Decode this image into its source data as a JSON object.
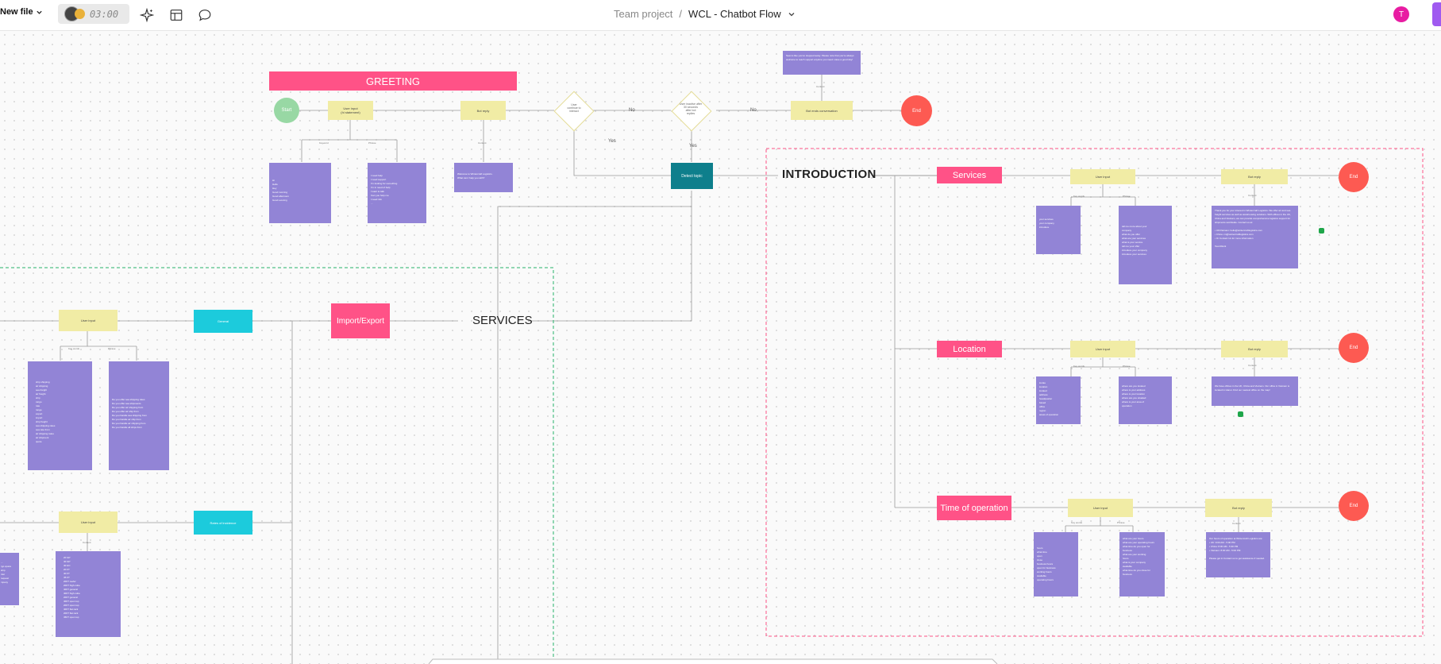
{
  "toolbar": {
    "new_file_label": "New file",
    "timer": "03:00",
    "icons": [
      "sparkle-icon",
      "layout-icon",
      "comment-icon"
    ]
  },
  "breadcrumb": {
    "team": "Team project",
    "separator": "/",
    "doc": "WCL - Chatbot Flow"
  },
  "user": {
    "initial": "T",
    "color": "#e81ca2"
  },
  "colors": {
    "pink": "#ff5287",
    "yellow": "#f1eca5",
    "purple": "#9284d6",
    "teal": "#0e7f8c",
    "cyan": "#1ccbdc",
    "green": "#98d8a4",
    "red": "#fd5a52"
  },
  "greeting": {
    "title": "GREETING",
    "start": "Start",
    "user_input": "User input\n(hi statement)",
    "bot_reply": "Bot reply",
    "decision1": "User\ncontinue to\ninteract",
    "decision2": "User inactive after\n30 seconds\nafter bot\nreplies",
    "bot_ends": "Bot ends conversation",
    "end": "End",
    "keyword": "Keyword",
    "phrase": "Phrase",
    "content": "Content",
    "content2": "Content",
    "no1": "No",
    "no2": "No",
    "yes1": "Yes",
    "yes2": "Yes",
    "keywords_box": "Hi\nHello\nHey\nGood morning\nGood afternoon\nGood evening",
    "phrases_box": "I need help\nI need support\nI'm looking for something\nI'm in need of help\nI want to talk\nCan you help me\nI need info\n...",
    "welcome_box": "Welcome to Wintercraft Logistics.\nWhat can I help you with?",
    "closing_box": "Seems like you've stepped away. Please note that you're always welcome to reach support anytime you need. Have a good day!",
    "detect_topic": "Detect topic"
  },
  "services": {
    "title": "SERVICES",
    "import_export": "Import/Export",
    "general": "General",
    "rates": "Rates of incidence",
    "user_input": "User input",
    "key_words": "Key words",
    "phrase": "Phrase",
    "content": "Content",
    "keywords_box": "ship shipping\nair shipping\nsea freight\nair freight\nship\ncargo\nrate\nrange\nexport\nimport\nship freight\nsea shipping rates\nsea rate from\nair shipping rates\nair shipment\nquote",
    "phrases_box": "Do you offer sea shipping rates\nDo you offer sea shipments\nDo you offer air shipping from\nDo you offer air ship from\nDo you handle sea shipping from\nDo you handle air ship from\nDo you handle air shipping from\nDo you handle all ships from",
    "codes_box": "20 GP\n40 GP\n40 HC\n20 FT\n40 FT\n45 FT\n20FT reefer\n20FT high cube\n40FT general\n40FT high cube\n20FT general\n40FT open top\n20FT open top\n40FT flat rack\n20FT flat rack\n45FT open top",
    "left_partial": "...\nrgo space\nship\nnter\nrequest\nmpany"
  },
  "introduction": {
    "title": "INTRODUCTION",
    "rows": [
      {
        "topic": "Services",
        "user_input": "User input",
        "bot_reply": "Bot reply",
        "kw_label": "Key words",
        "ph_label": "Phrase",
        "content": "Content",
        "end": "End",
        "kw_box": "your services\nyour company\nintroduce",
        "ph_box": "tell me more about your\ncompany\nwhat do you offer\nwhat are your services\nwhat is your service\ntell me your offer\nintroduce your company\nintroduce your services",
        "reply_box": "Thank you for your interest in Wintercraft Logistics. We offer air and sea freight services as well as warehousing solutions. With offices in the UK, China and Vietnam, we can provide comprehensive logistics support for shipments worldwide. Contact us at:\n\n• UK/Vietnam: hello@wintercraftlogistics.com\n• China: cn@wintercraftlogistics.com\n• Or Contact Us for more information\n\nTeamWork"
      },
      {
        "topic": "Location",
        "user_input": "User input",
        "bot_reply": "Bot reply",
        "kw_label": "Key words",
        "ph_label": "Phrase",
        "content": "Content",
        "end": "End",
        "kw_box": "locate\nlocation\nlocated\naddress\nheadquarter\nbased\noffice\nregion\nareas of operation",
        "ph_box": "where are you located\nwhere is your address\nwhere is your location\nwhere are you situated\nwhere is your area of\noperation",
        "reply_box": "We have offices in the UK, China and Vietnam. Our office in Vietnam is located in Hanoi. Find our nearest office on the map!"
      },
      {
        "topic": "Time of operation",
        "user_input": "User input",
        "bot_reply": "Bot reply",
        "kw_label": "Key words",
        "ph_label": "Phrase",
        "content": "Content",
        "end": "End",
        "kw_box": "hours\nwhat time\nopen\nclose\nbusiness hours\nopen for business\nworking hours\navailable\noperating hours",
        "ph_box": "what are your hours\nwhat are your operating hours\nwhat time do you open for\nbusiness\nwhat are your working\nhours\nwhat is your company\navailable\nwhat time do you close for\nbusiness",
        "reply_box": "Our hours of operation at Wintercraft Logistics are:\n• UK: 9:00 AM - 5:00 PM\n• China: 8:30 AM - 5:30 PM\n• Vietnam: 8:00 AM - 5:00 PM\n\nPlease get in Contact us to get assistance if needed."
      }
    ]
  }
}
